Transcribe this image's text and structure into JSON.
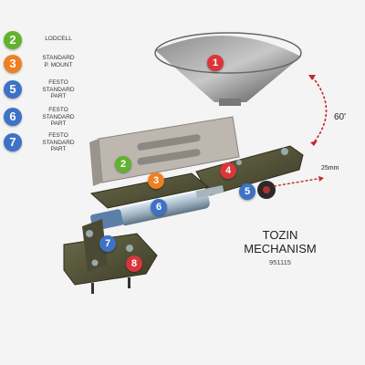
{
  "legend": [
    {
      "num": "2",
      "label": "LODCELL",
      "color": "#62b22f"
    },
    {
      "num": "3",
      "label": "STANDARD\nP. MOUNT",
      "color": "#ee7f22"
    },
    {
      "num": "5",
      "label": "FESTO\nSTANDARD\nPART",
      "color": "#3e72c6"
    },
    {
      "num": "6",
      "label": "FESTO\nSTANDARD\nPART",
      "color": "#3e72c6"
    },
    {
      "num": "7",
      "label": "FESTO\nSTANDARD\nPART",
      "color": "#3e72c6"
    }
  ],
  "title": "TOZIN\nMECHANISM",
  "subtitle": "951115",
  "dimensions": {
    "angle": "60'",
    "stroke": "25mm"
  },
  "badges": [
    {
      "num": "1",
      "color": "#d9363a"
    },
    {
      "num": "2",
      "color": "#62b22f"
    },
    {
      "num": "3",
      "color": "#ee7f22"
    },
    {
      "num": "4",
      "color": "#d9363a"
    },
    {
      "num": "5",
      "color": "#3e72c6"
    },
    {
      "num": "6",
      "color": "#3e72c6"
    },
    {
      "num": "7",
      "color": "#3e72c6"
    },
    {
      "num": "8",
      "color": "#d9363a"
    }
  ]
}
